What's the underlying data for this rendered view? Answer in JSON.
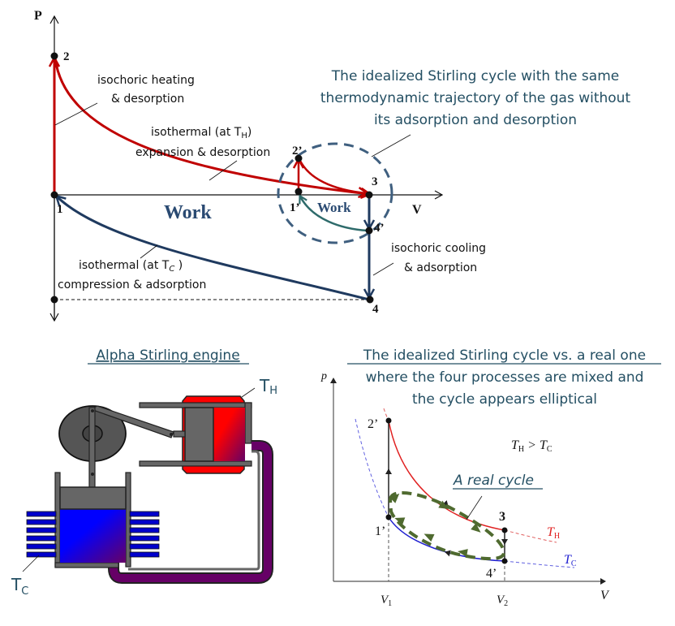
{
  "top_diagram": {
    "axis_p": "P",
    "axis_v": "V",
    "points": {
      "p1": "1",
      "p2": "2",
      "p3": "3",
      "p4": "4",
      "p1p": "1’",
      "p2p": "2’",
      "p4p": "4’"
    },
    "work_big": "Work",
    "work_small": "Work",
    "label_iso_heat_1": "isochoric heating",
    "label_iso_heat_2": "& desorption",
    "label_th_1": "isothermal (at T",
    "label_th_sub": "H",
    "label_th_close": ")",
    "label_th_2": "expansion & desorption",
    "label_tc_1": "isothermal (at T",
    "label_tc_sub": "C",
    "label_tc_close": " )",
    "label_tc_2": "compression & adsorption",
    "label_iso_cool_1": "isochoric cooling",
    "label_iso_cool_2": "& adsorption",
    "callout_1": "The idealized Stirling cycle with the same",
    "callout_2": "thermodynamic trajectory of the gas without",
    "callout_3": "its adsorption and desorption",
    "colors": {
      "hot": "#c00000",
      "cold": "#1f3a5f",
      "teal": "#2e6b6b",
      "circle": "#3f5f7f"
    }
  },
  "engine": {
    "title": "Alpha Stirling engine",
    "th_label": "T",
    "th_sub": "H",
    "tc_label": "T",
    "tc_sub": "C",
    "colors": {
      "hot": "#ff0000",
      "cold": "#0000ff",
      "mixed": "#660066",
      "metal": "#666666"
    }
  },
  "bottom_chart": {
    "title_1": "The idealized Stirling cycle vs. a real one",
    "title_2": "where the four processes are mixed and",
    "title_3": "the cycle appears elliptical",
    "axis_p": "p",
    "axis_v": "V",
    "tick_v1": "V",
    "tick_v1_sub": "1",
    "tick_v2": "V",
    "tick_v2_sub": "2",
    "pt_2p": "2’",
    "pt_1p": "1’",
    "pt_3": "3",
    "pt_4p": "4’",
    "relation": "T",
    "relation_h": "H",
    "relation_gt": " > T",
    "relation_c": "C",
    "th_label": "T",
    "th_sub": "H",
    "tc_label": "T",
    "tc_sub": "C",
    "real_cycle": "A real cycle",
    "colors": {
      "th": "#e02020",
      "tc": "#2020d0",
      "real": "#4f6a2f"
    }
  }
}
